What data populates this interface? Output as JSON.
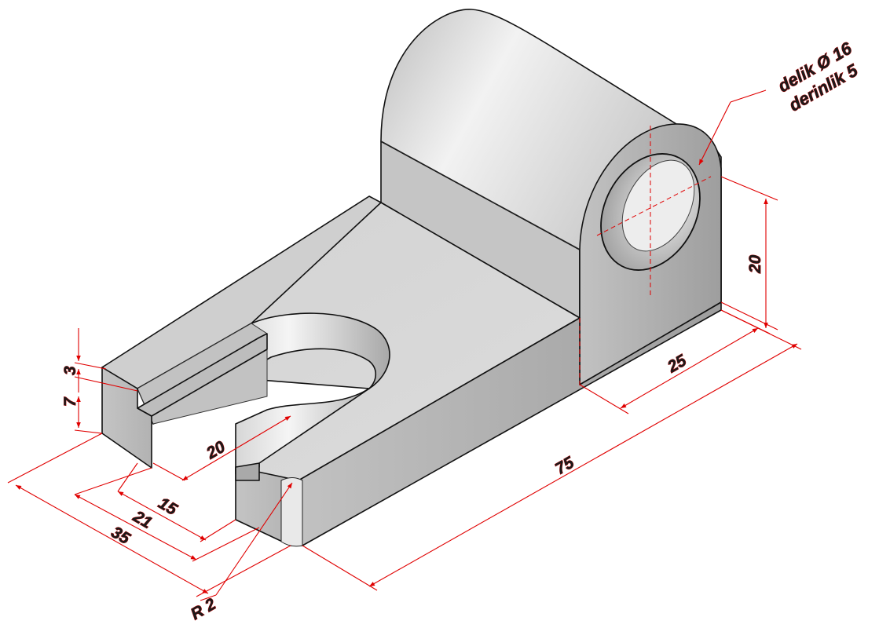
{
  "drawing": {
    "note": {
      "line1": "delik Ø 16",
      "line2": "derinlik 5"
    },
    "dimensions": {
      "d_height": "20",
      "d_width": "25",
      "d_length": "75",
      "d_slot_length": "20",
      "d_slot_width": "15",
      "d_inner": "21",
      "d_overall": "35",
      "d_radius": "R 2",
      "d_lip": "3",
      "d_base": "7"
    },
    "colors": {
      "dimension": "#e00000",
      "dimension_text_fill": "#1a1a1a",
      "outline": "#111111",
      "face_light": "#e6e6e6",
      "face_mid": "#c9c9c9",
      "face_dark": "#a9a9a9"
    }
  }
}
